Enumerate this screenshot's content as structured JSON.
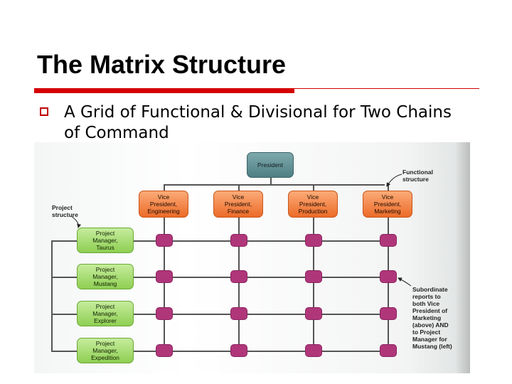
{
  "slide": {
    "title": "The Matrix Structure",
    "bullet": "A Grid of Functional & Divisional for Two Chains of Command"
  },
  "diagram": {
    "president": "President",
    "vice_presidents": [
      "Vice\nPresident,\nEngineering",
      "Vice\nPresident,\nFinance",
      "Vice\nPresident,\nProduction",
      "Vice\nPresident,\nMarketing"
    ],
    "project_managers": [
      "Project\nManager,\nTaurus",
      "Project\nManager,\nMustang",
      "Project\nManager,\nExplorer",
      "Project\nManager,\nExpedition"
    ],
    "labels": {
      "functional_structure": "Functional\nstructure",
      "project_structure": "Project\nstructure",
      "subordinate_note": "Subordinate\nreports to\nboth Vice\nPresident of\nMarketing\n(above) AND\nto Project\nManager for\nMustang (left)"
    },
    "colors": {
      "president": "#5f8f93",
      "vice_president": "#f4884a",
      "project_manager": "#a8dd72",
      "subordinate_node": "#b0367a",
      "title_rule": "#d40000"
    }
  }
}
